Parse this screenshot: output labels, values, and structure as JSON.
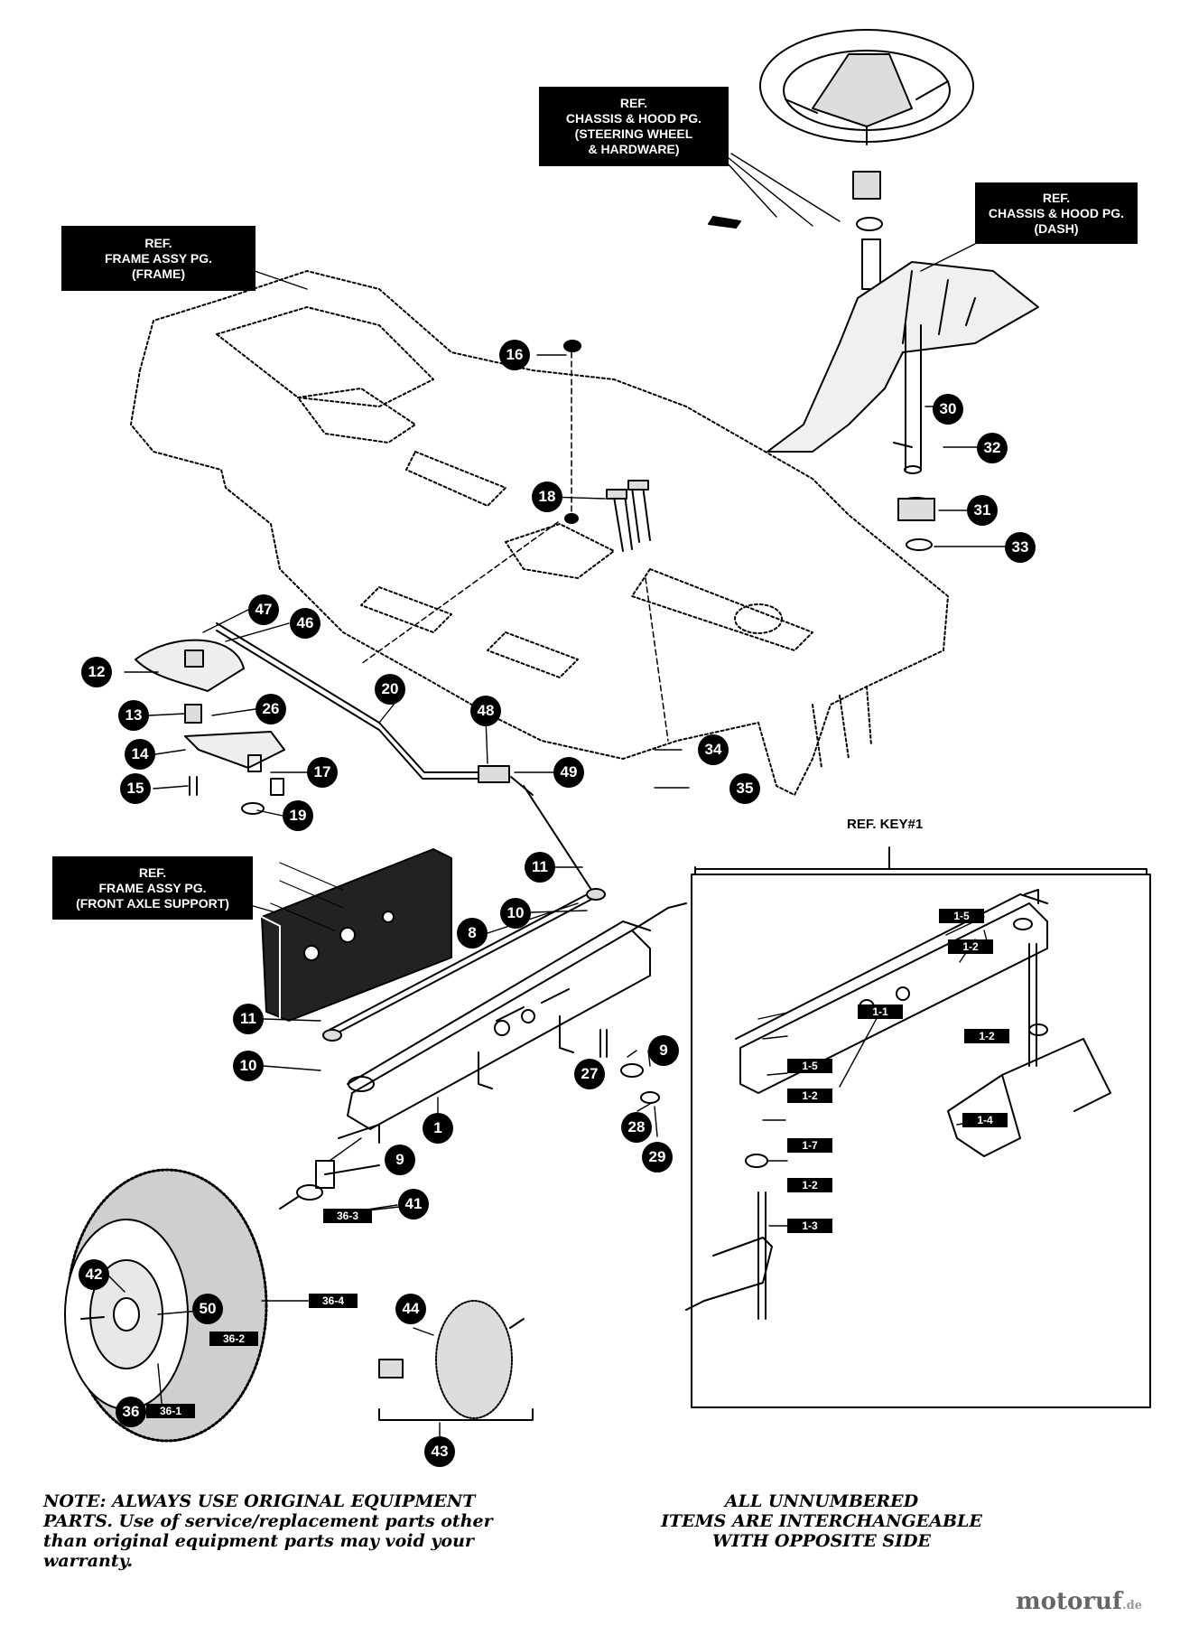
{
  "callouts": {
    "steering_wheel_ref": [
      "REF.",
      "CHASSIS & HOOD PG.",
      "(STEERING WHEEL",
      "& HARDWARE)"
    ],
    "dash_ref": [
      "REF.",
      "CHASSIS & HOOD PG.",
      "(DASH)"
    ],
    "frame_ref": [
      "REF.",
      "FRAME ASSY PG.",
      "(FRAME)"
    ],
    "axle_support_ref": [
      "REF.",
      "FRAME ASSY PG.",
      "(FRONT AXLE SUPPORT)"
    ]
  },
  "inset": {
    "title": "REF. KEY#1"
  },
  "part_numbers": [
    "16",
    "30",
    "32",
    "31",
    "33",
    "18",
    "47",
    "46",
    "12",
    "26",
    "13",
    "14",
    "17",
    "15",
    "19",
    "20",
    "48",
    "49",
    "34",
    "35",
    "11",
    "10",
    "8",
    "11",
    "10",
    "9",
    "27",
    "28",
    "29",
    "1",
    "9",
    "41",
    "42",
    "50",
    "36",
    "44",
    "43"
  ],
  "small_tags": [
    "1-5",
    "1-2",
    "1-1",
    "1-2",
    "1-5",
    "1-2",
    "1-7",
    "1-4",
    "1-2",
    "1-3",
    "36-3",
    "36-4",
    "36-2",
    "36-1"
  ],
  "notes": {
    "left": [
      "NOTE: ALWAYS USE ORIGINAL EQUIPMENT",
      "PARTS. Use of service/replacement parts other",
      "than original equipment parts may void your",
      "warranty."
    ],
    "right": [
      "ALL UNNUMBERED",
      "ITEMS ARE INTERCHANGEABLE",
      "WITH OPPOSITE SIDE"
    ]
  },
  "watermark": {
    "brand": "motoruf",
    "suffix": ".de"
  }
}
